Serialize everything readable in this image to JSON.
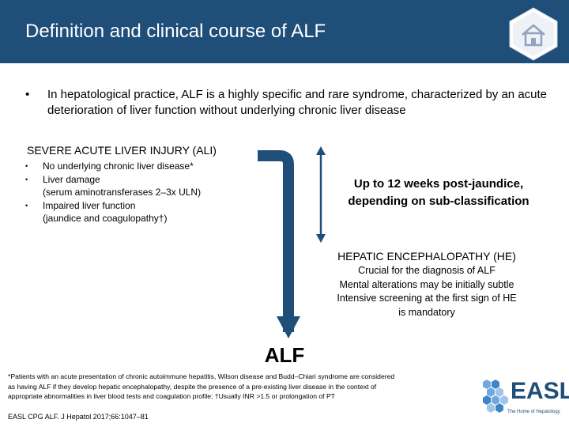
{
  "header": {
    "title": "Definition and clinical course of ALF",
    "home_icon": "home-icon"
  },
  "intro": {
    "bullet": "•",
    "text": "In hepatological practice, ALF is a highly specific and rare syndrome, characterized by an acute deterioration of liver function without underlying chronic liver disease"
  },
  "ali": {
    "heading": "SEVERE ACUTE LIVER INJURY (ALI)",
    "items": [
      {
        "bullet": "•",
        "line1": "No underlying chronic liver disease*",
        "line2": ""
      },
      {
        "bullet": "•",
        "line1": "Liver damage",
        "line2": "(serum aminotransferases 2–3x ULN)"
      },
      {
        "bullet": "•",
        "line1": "Impaired liver function",
        "line2": "(jaundice and coagulopathy†)"
      }
    ]
  },
  "timing": {
    "line1": "Up to 12 weeks post-jaundice,",
    "line2": "depending on sub-classification"
  },
  "he": {
    "heading": "HEPATIC ENCEPHALOPATHY (HE)",
    "line1": "Crucial for the diagnosis of ALF",
    "line2": "Mental alterations may be initially subtle",
    "line3": "Intensive screening at the first sign of HE",
    "line4": "is mandatory"
  },
  "outcome": {
    "label": "ALF"
  },
  "footnote": {
    "line1": "*Patients with an acute presentation of chronic autoimmune hepatitis, Wilson disease and Budd–Chiari syndrome are considered",
    "line2": "as having ALF if they develop hepatic encephalopathy, despite the presence of a pre-existing liver disease in the context of",
    "line3": "appropriate abnormalities in liver blood tests and coagulation profile; †Usually INR >1.5 or prolongation of PT"
  },
  "reference": "EASL CPG ALF. J Hepatol 2017;66:1047–81",
  "logo": {
    "text": "EASL",
    "tagline": "The Home of Hepatology"
  },
  "colors": {
    "brand": "#1f4e79",
    "header_bg": "#1f4e79",
    "text": "#000000"
  }
}
